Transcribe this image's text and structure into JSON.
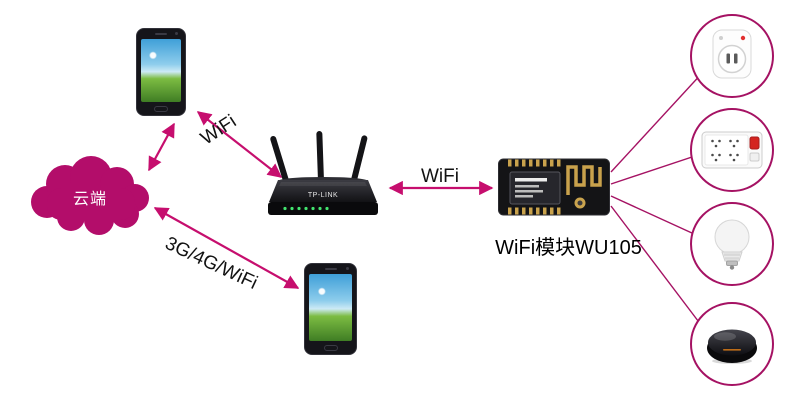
{
  "diagram": {
    "cloud": {
      "label": "云端"
    },
    "connections": {
      "cloud_phone_label": "WiFi",
      "cloud_mobile_label": "3G/4G/WiFi",
      "router_module_label": "WiFi"
    },
    "module": {
      "caption": "WiFi模块WU105"
    },
    "router": {
      "brand": "TP-LINK"
    },
    "colors": {
      "arrow": "#c60e6e",
      "cloud_fill": "#b30d6a",
      "circle_stroke": "#a51263"
    },
    "devices": [
      {
        "icon": "smart-plug-icon"
      },
      {
        "icon": "power-strip-icon"
      },
      {
        "icon": "led-bulb-icon"
      },
      {
        "icon": "smart-hub-icon"
      }
    ]
  }
}
